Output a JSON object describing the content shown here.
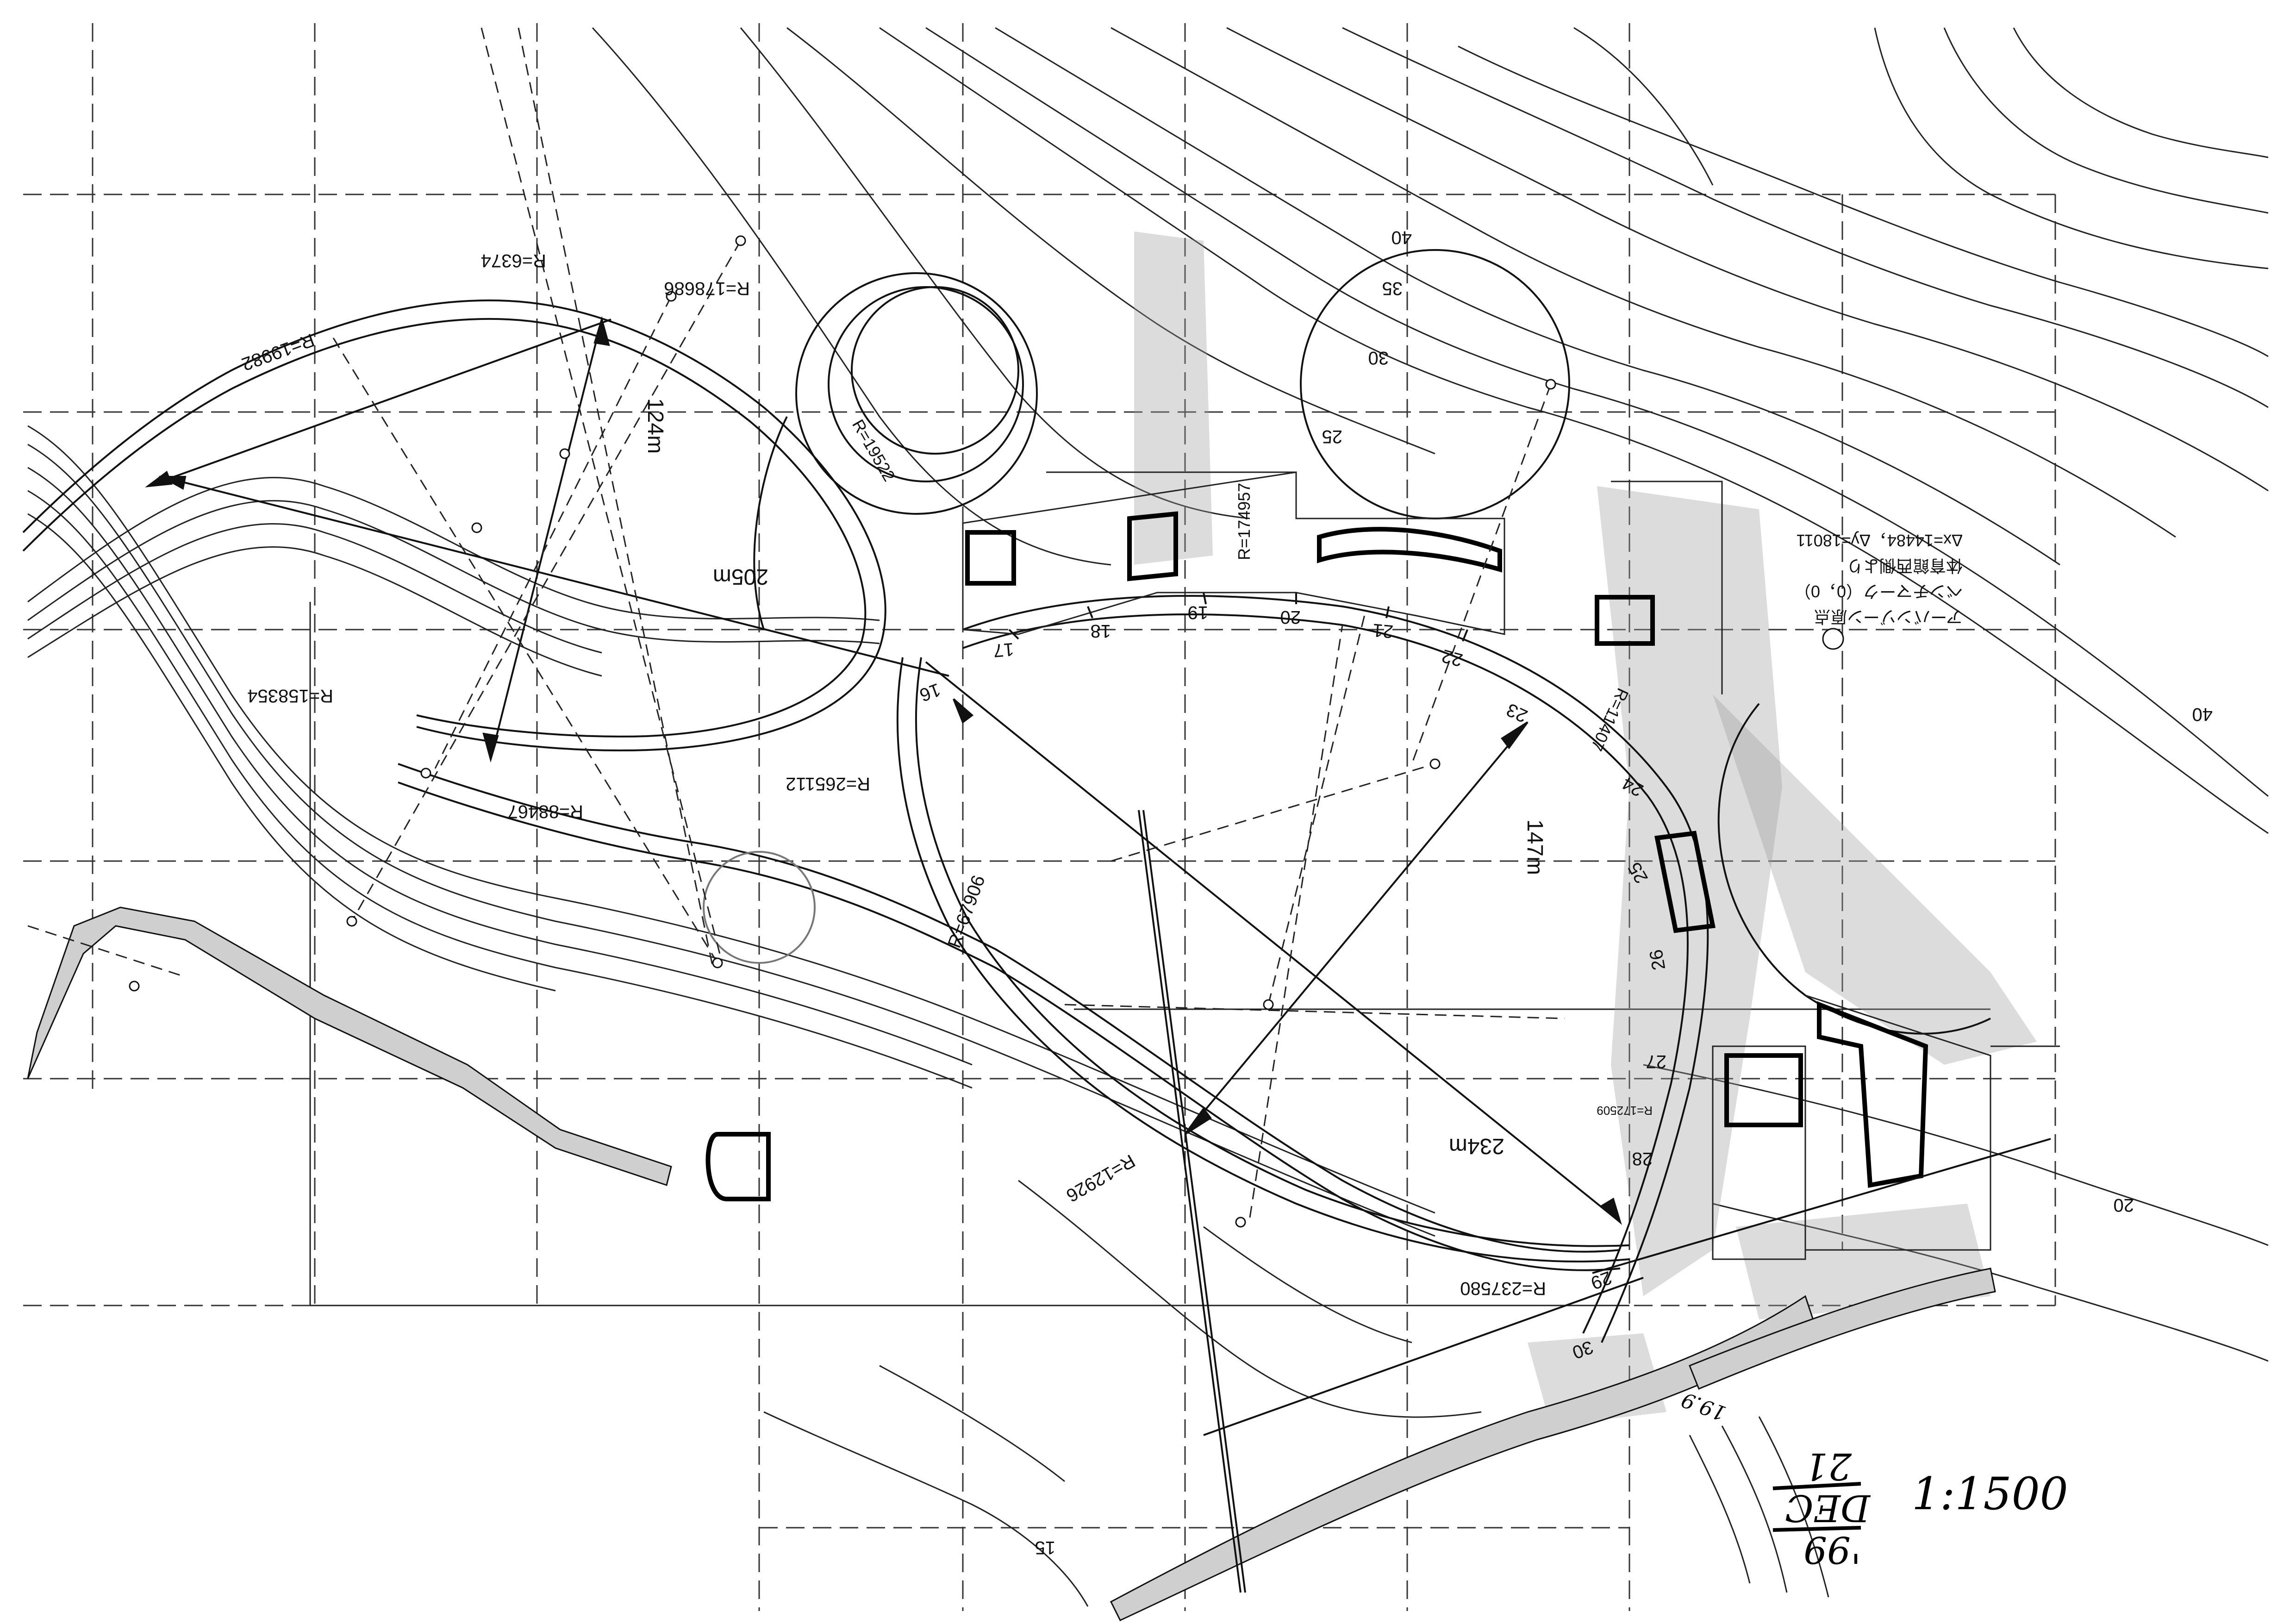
{
  "scale": "1:1500",
  "handwritten_date": {
    "day": "21",
    "month": "DEC",
    "year": "'99"
  },
  "handwritten_note": "19.9",
  "legend_lines": [
    "アーバンゾーン原点",
    "ベンチマーク（0，0）",
    "体育館西側より",
    "Δx=14484，Δy=18011"
  ],
  "dimensions": {
    "d124": "124m",
    "d205": "205m",
    "d147": "147m",
    "d234": "234m"
  },
  "radii": {
    "r19982": "R=19982",
    "r6374": "R=6374",
    "r178686": "R=178686",
    "r158354": "R=158354",
    "r88467": "R=88467",
    "r265112": "R=265112",
    "r67906": "R=67906",
    "r12926": "R=12926",
    "r237580": "R=237580",
    "r174957": "R=174957",
    "r11407": "R=11407",
    "r172509": "R=172509",
    "r19522": "R=19522"
  },
  "contours": {
    "c15": "15",
    "c20": "20",
    "c25": "25",
    "c30": "30",
    "c35": "35",
    "c40a": "40",
    "c40b": "40"
  },
  "stations": [
    "16",
    "17",
    "18",
    "19",
    "20",
    "21",
    "22",
    "23",
    "24",
    "25",
    "26",
    "27",
    "28",
    "29",
    "30"
  ]
}
